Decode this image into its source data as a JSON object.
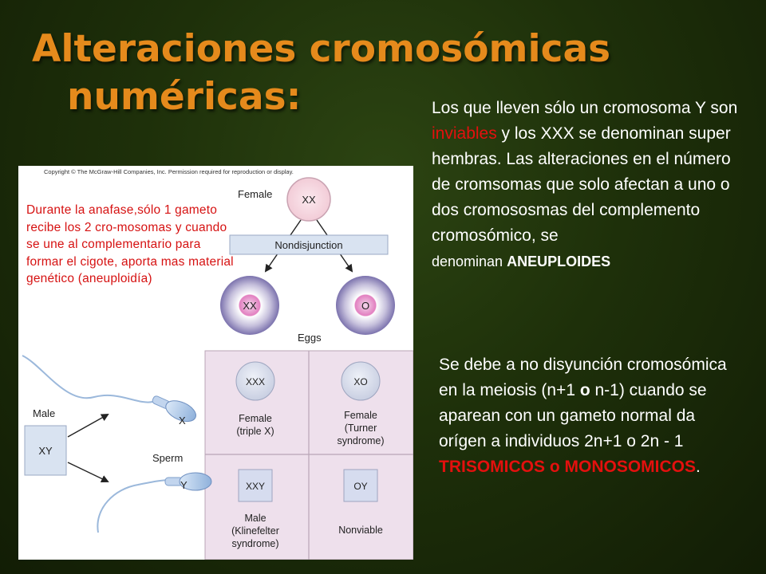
{
  "title": {
    "line1": "Alteraciones cromosómicas",
    "line2": "numéricas:"
  },
  "paragraph1": {
    "part1": "Los que lleven sólo un cromosoma Y son ",
    "inviables": "inviables",
    "part2": " y los XXX se denominan super hembras. Las alteraciones en el número de cromsomas que solo afectan a uno o dos cromososmas del complemento cromosómico, se",
    "denominan": "denominan ",
    "aneuploides": "ANEUPLOIDES"
  },
  "paragraph2": {
    "part1": "Se debe a no disyunción cromosómica en la  meiosis (n+1 ",
    "o_bold": "o",
    "part2": " n-1) cuando se aparean con un gameto normal da orígen a individuos 2n+1 o 2n - 1 ",
    "trisomicos": "TRISOMICOS o MONOSOMICOS",
    "end": "."
  },
  "figure": {
    "copyright": "Copyright © The McGraw-Hill Companies, Inc. Permission required for reproduction or display.",
    "caption": "Durante la anafase,sólo 1 gameto recibe los 2 cro-mosomas y cuando se une al complementario para formar el cigote, aporta mas material genético (aneuploidía)",
    "female_label": "Female",
    "female_cell": "XX",
    "nondisjunction": "Nondisjunction",
    "egg_left": "XX",
    "egg_right": "O",
    "eggs_label": "Eggs",
    "male_label": "Male",
    "male_box": "XY",
    "sperm_label": "Sperm",
    "sperm_x": "X",
    "sperm_y": "Y",
    "cells": [
      {
        "chromosomes": "XXX",
        "line1": "Female",
        "line2": "(triple X)",
        "line3": ""
      },
      {
        "chromosomes": "XO",
        "line1": "Female",
        "line2": "(Turner",
        "line3": "syndrome)"
      },
      {
        "chromosomes": "XXY",
        "line1": "Male",
        "line2": "(Klinefelter",
        "line3": "syndrome)"
      },
      {
        "chromosomes": "OY",
        "line1": "Nonviable",
        "line2": "",
        "line3": ""
      }
    ]
  },
  "colors": {
    "title": "#e58a1c",
    "accent_red": "#e4100e",
    "background": "#1e300a"
  }
}
